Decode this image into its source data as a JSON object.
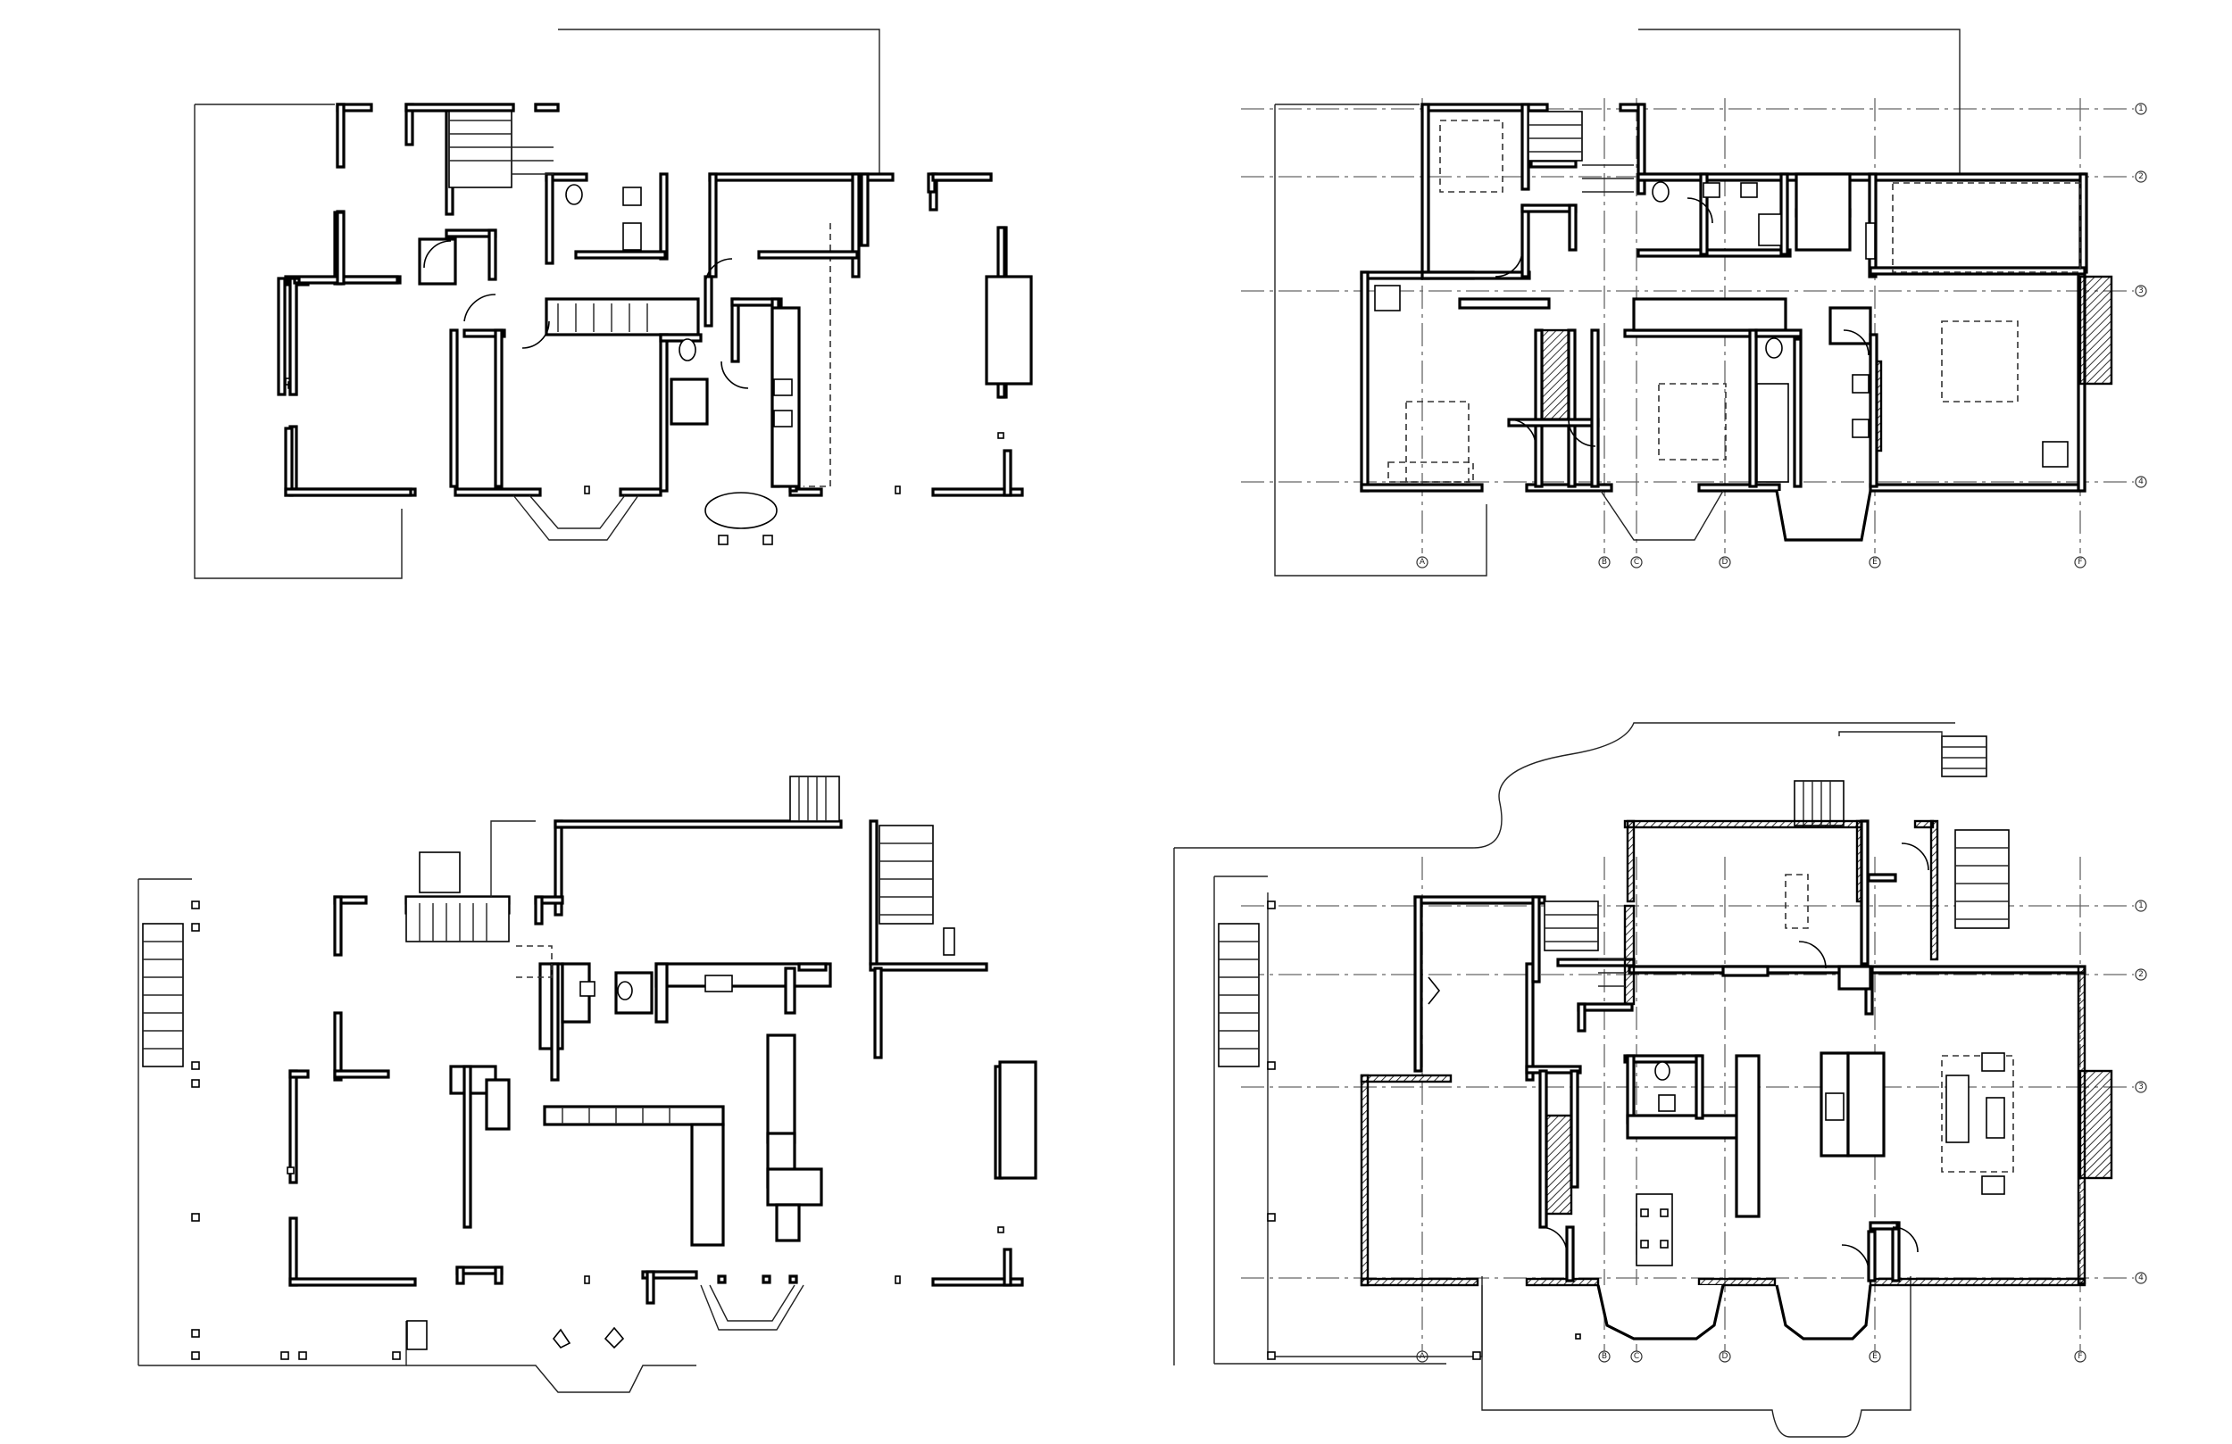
{
  "sheet": {
    "background": "#ffffff",
    "linework_color": "#000000"
  },
  "plans": [
    {
      "id": "existing-upper",
      "grid_labels": []
    },
    {
      "id": "proposed-upper",
      "grid_labels": [
        "1",
        "2",
        "3",
        "4",
        "A",
        "B",
        "C",
        "D",
        "E",
        "F"
      ]
    },
    {
      "id": "existing-main",
      "grid_labels": []
    },
    {
      "id": "proposed-main",
      "grid_labels": [
        "1",
        "2",
        "3",
        "4",
        "A",
        "B",
        "C",
        "D",
        "E",
        "F"
      ]
    }
  ]
}
